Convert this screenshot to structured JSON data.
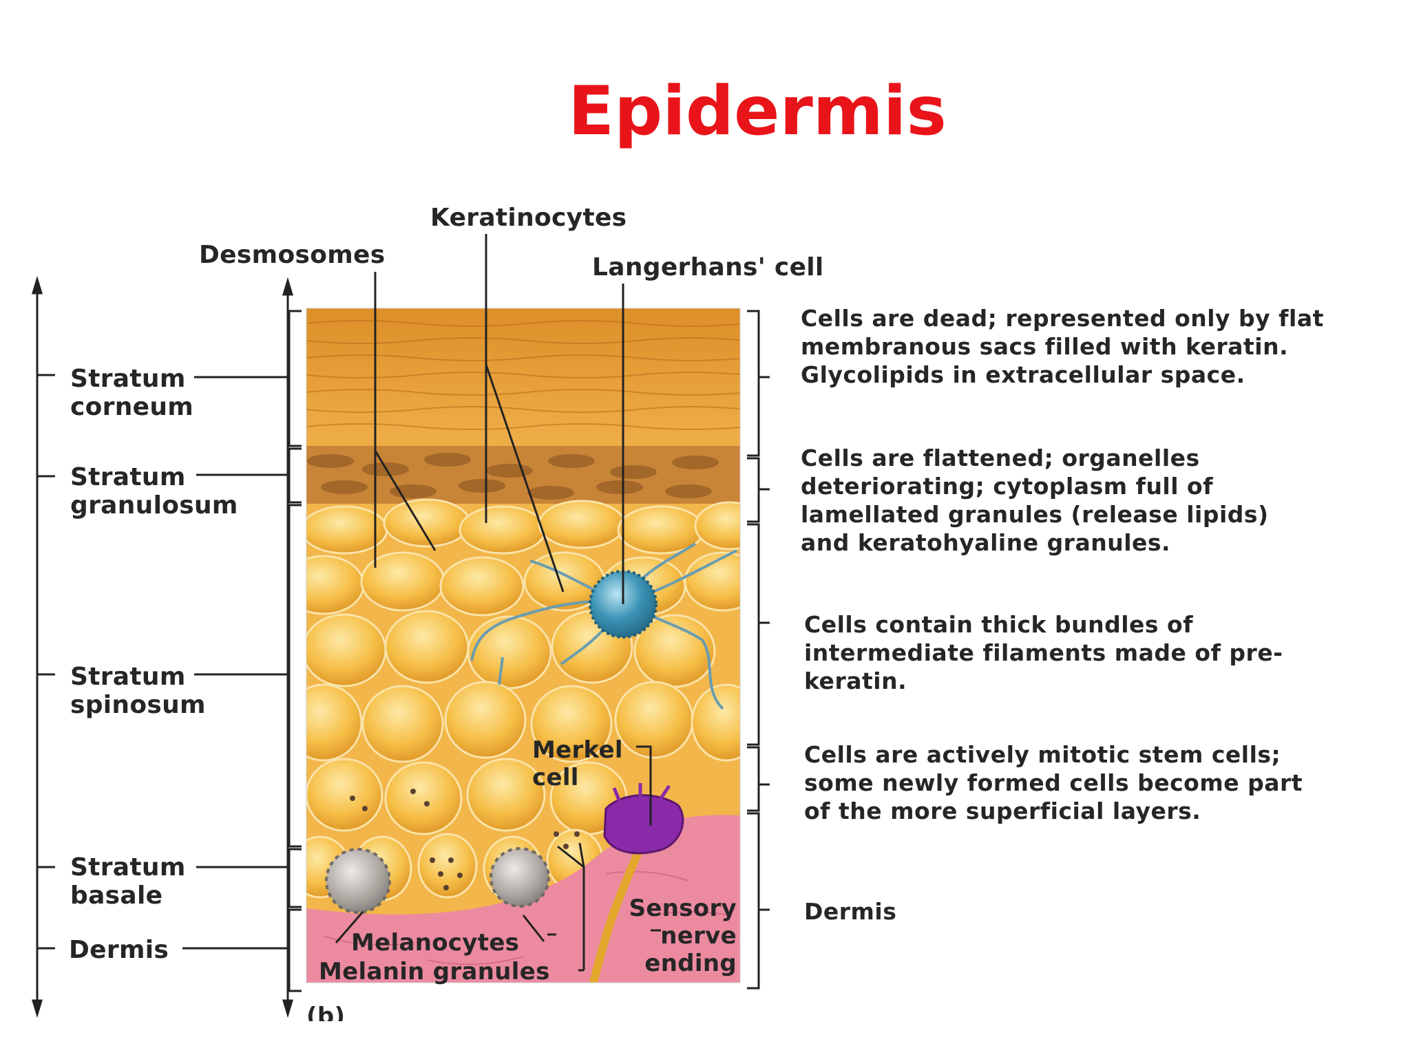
{
  "title": "Epidermis",
  "colors": {
    "title": "#e8141a",
    "corneum": "#e69a2e",
    "granulosum": "#c98a3c",
    "keratinocyte": "#f4b94a",
    "langerhans": "#2e7f9e",
    "merkel": "#8a2aa8",
    "melanocyte": "#9a9490",
    "dermis": "#ec8aa0",
    "nerve": "#e3a72c"
  },
  "top_labels": {
    "keratinocytes": "Keratinocytes",
    "desmosomes": "Desmosomes",
    "langerhans": "Langerhans' cell"
  },
  "layers": {
    "corneum": [
      "Stratum",
      "corneum"
    ],
    "granulosum": [
      "Stratum",
      "granulosum"
    ],
    "spinosum": [
      "Stratum",
      "spinosum"
    ],
    "basale": [
      "Stratum",
      "basale"
    ],
    "dermis": "Dermis"
  },
  "inner_labels": {
    "merkel": [
      "Merkel",
      "cell"
    ],
    "melanocytes": "Melanocytes",
    "melanin": "Melanin granules",
    "sensory": [
      "Sensory",
      "nerve",
      "ending"
    ],
    "panel_letter": "(b)"
  },
  "descriptions": {
    "corneum": [
      "Cells are dead; represented only by flat",
      "membranous sacs filled with keratin.",
      "Glycolipids in extracellular space."
    ],
    "granulosum": [
      "Cells are flattened; organelles",
      "deteriorating; cytoplasm full of",
      "lamellated granules (release lipids)",
      "and keratohyaline granules."
    ],
    "spinosum": [
      "Cells contain thick bundles of",
      "intermediate filaments made of pre-",
      "keratin."
    ],
    "basale": [
      "Cells are actively mitotic stem cells;",
      "some newly formed cells become part",
      "of the more superficial layers."
    ],
    "dermis": "Dermis"
  }
}
